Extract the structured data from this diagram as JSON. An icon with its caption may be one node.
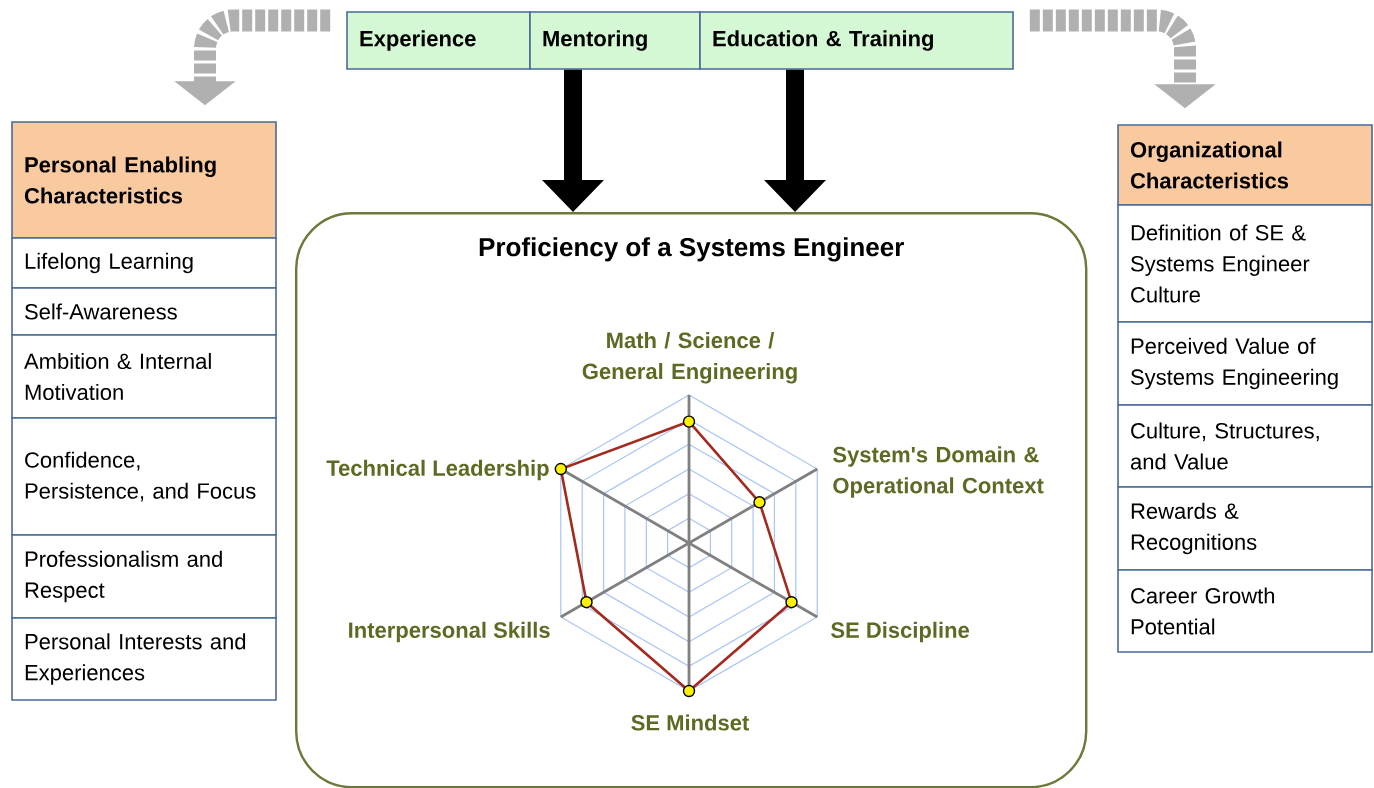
{
  "diagram": {
    "nodes": [
      {
        "text": [
          "Experience"
        ]
      },
      {
        "text": [
          "Mentoring"
        ]
      },
      {
        "text": [
          "Education & Training"
        ]
      },
      {
        "text": [
          "Proficiency of a Systems Engineer"
        ]
      },
      {
        "text": [
          "Personal Enabling Characteristics"
        ]
      },
      {
        "text": [
          "Lifelong Learning"
        ]
      },
      {
        "text": [
          "Self-Awareness"
        ]
      },
      {
        "text": [
          "Ambition & Internal Motivation"
        ]
      },
      {
        "text": [
          "Confidence, Persistence, and Focus"
        ]
      },
      {
        "text": [
          "Professionalism and Respect"
        ]
      },
      {
        "text": [
          "Personal Interests and Experiences"
        ]
      },
      {
        "text": [
          "Organizational Characteristics"
        ]
      },
      {
        "text": [
          "Definition of SE & Systems Engineer Culture"
        ]
      },
      {
        "text": [
          "Perceived Value of Systems Engineering"
        ]
      },
      {
        "text": [
          "Culture, Structures, and Value"
        ]
      },
      {
        "text": [
          "Rewards & Recognitions"
        ]
      },
      {
        "text": [
          "Career Growth Potential"
        ]
      }
    ],
    "edges": [
      {
        "from": 0,
        "to": 4,
        "arrow": "to",
        "style": "dashed",
        "color": "#b0b0b0"
      },
      {
        "from": 1,
        "to": 3,
        "arrow": "to",
        "color": "#000000"
      },
      {
        "from": 2,
        "to": 3,
        "arrow": "to",
        "color": "#000000"
      },
      {
        "from": 2,
        "to": 11,
        "arrow": "to",
        "style": "dashed",
        "color": "#b0b0b0"
      }
    ],
    "labels": [
      "Math / Science / General Engineering",
      "Technical Leadership",
      "System's Domain & Operational Context",
      "Interpersonal Skills",
      "SE Discipline",
      "SE Mindset"
    ]
  }
}
